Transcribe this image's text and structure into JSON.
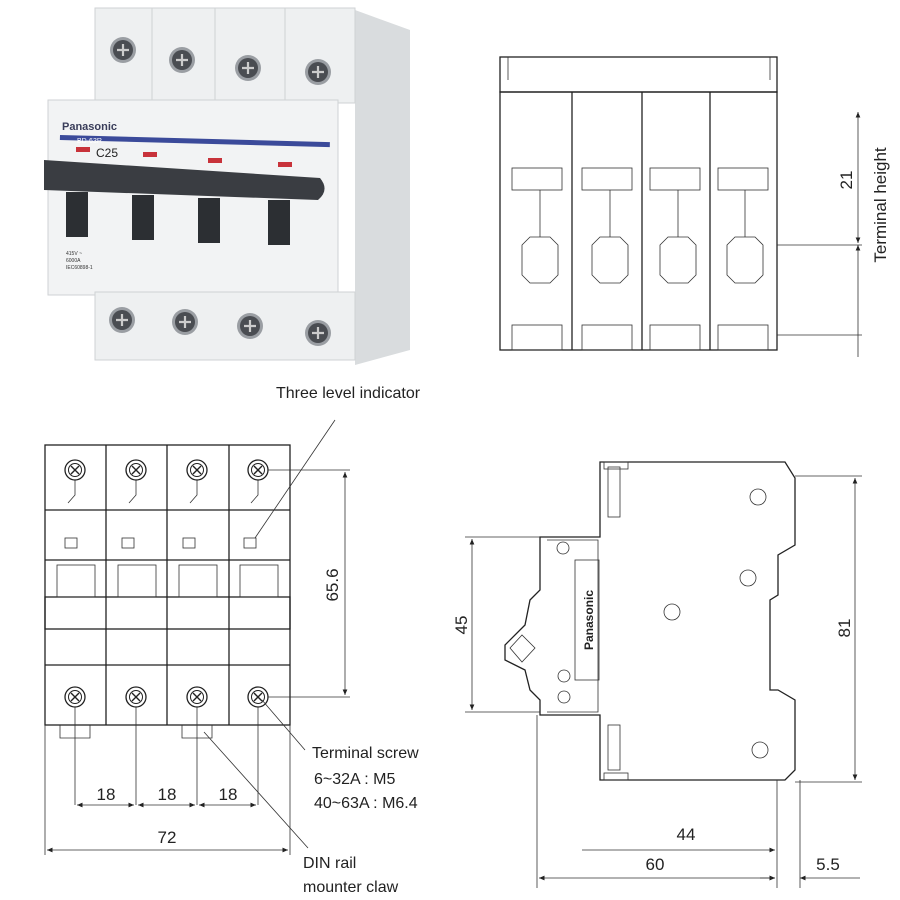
{
  "photo": {
    "brand": "Panasonic",
    "model": "BD-63R",
    "rating": "C25",
    "spec_lines": [
      "415V ~",
      "6000A",
      "IEC60898-1"
    ],
    "colors": {
      "body": "#eceeef",
      "handle": "#3a3d42",
      "stripe": "#3b4a9a",
      "indicator": "#c8323a"
    }
  },
  "top_view": {
    "dim_terminal_height": "21",
    "label_terminal_height": "Terminal height"
  },
  "front_view": {
    "callout_indicator": "Three level indicator",
    "dim_height": "65.6",
    "dim_pitch": [
      "18",
      "18",
      "18"
    ],
    "dim_width": "72",
    "callout_screw_title": "Terminal screw",
    "callout_screw_lines": [
      "6~32A : M5",
      "40~63A : M6.4"
    ],
    "callout_claw_lines": [
      "DIN rail",
      "mounter claw"
    ]
  },
  "side_view": {
    "brand": "Panasonic",
    "dim_45": "45",
    "dim_81": "81",
    "dim_44": "44",
    "dim_60": "60",
    "dim_5_5": "5.5"
  }
}
